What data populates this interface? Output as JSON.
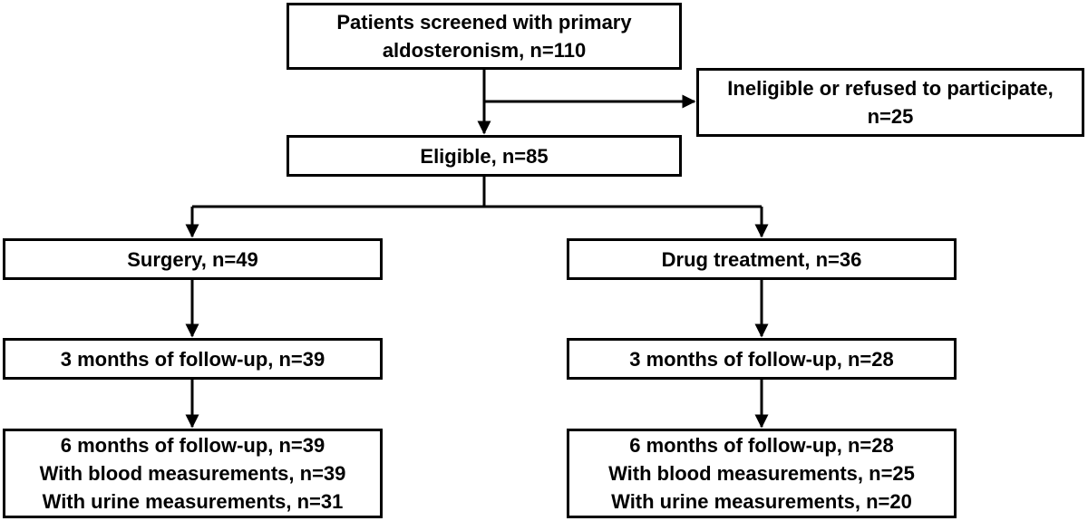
{
  "flowchart": {
    "screened": {
      "line1": "Patients screened with primary",
      "line2": "aldosteronism, n=110"
    },
    "excluded": {
      "line1": "Ineligible or refused to participate,",
      "line2": "n=25"
    },
    "eligible": {
      "label": "Eligible, n=85"
    },
    "surgery": {
      "group": "Surgery, n=49",
      "followup3": "3 months of follow-up, n=39",
      "followup6": "6 months of follow-up, n=39",
      "blood": "With blood measurements, n=39",
      "urine": "With urine measurements, n=31"
    },
    "drug": {
      "group": "Drug treatment, n=36",
      "followup3": "3 months of follow-up, n=28",
      "followup6": "6 months of follow-up, n=28",
      "blood": "With blood measurements, n=25",
      "urine": "With urine measurements, n=20"
    }
  }
}
